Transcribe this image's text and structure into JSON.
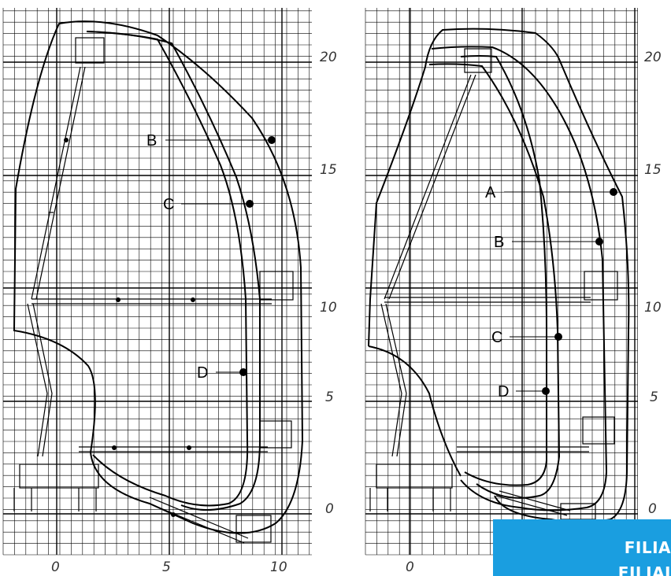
{
  "left_chart": {
    "x_ticks": [
      "0",
      "5",
      "10"
    ],
    "y_ticks": [
      "0",
      "5",
      "10",
      "15",
      "20"
    ],
    "labels": [
      "B",
      "C",
      "D"
    ]
  },
  "right_chart": {
    "x_ticks": [
      "0"
    ],
    "y_ticks": [
      "0",
      "5",
      "10",
      "15",
      "20"
    ],
    "labels": [
      "A",
      "B",
      "C",
      "D"
    ]
  },
  "badge": {
    "line1": "FILIA",
    "line2": "FILIAI",
    "color": "#1a9ee0"
  }
}
